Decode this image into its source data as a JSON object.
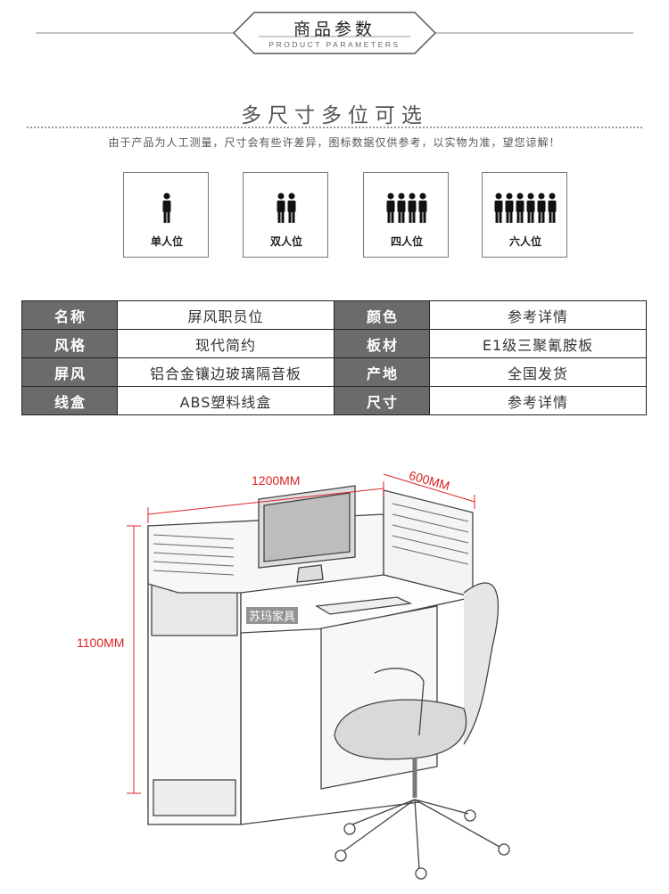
{
  "header": {
    "title": "商品参数",
    "subtitle": "PRODUCT PARAMETERS"
  },
  "section": {
    "title": "多尺寸多位可选",
    "notice": "由于产品为人工测量，尺寸会有些许差异，图标数据仅供参考，以实物为准，望您谅解！"
  },
  "seat_options": [
    {
      "label": "单人位",
      "people": 1
    },
    {
      "label": "双人位",
      "people": 2
    },
    {
      "label": "四人位",
      "people": 4
    },
    {
      "label": "六人位",
      "people": 6
    }
  ],
  "spec_table": [
    {
      "k1": "名称",
      "v1": "屏风职员位",
      "k2": "颜色",
      "v2": "参考详情"
    },
    {
      "k1": "风格",
      "v1": "现代简约",
      "k2": "板材",
      "v2": "E1级三聚氰胺板"
    },
    {
      "k1": "屏风",
      "v1": "铝合金镶边玻璃隔音板",
      "k2": "产地",
      "v2": "全国发货"
    },
    {
      "k1": "线盒",
      "v1": "ABS塑料线盒",
      "k2": "尺寸",
      "v2": "参考详情"
    }
  ],
  "dimensions": {
    "width": "1200MM",
    "depth": "600MM",
    "height": "1100MM"
  },
  "watermark": "苏玛家具",
  "colors": {
    "table_key_bg": "#6b6b6b",
    "dimension_red": "#d22222"
  }
}
